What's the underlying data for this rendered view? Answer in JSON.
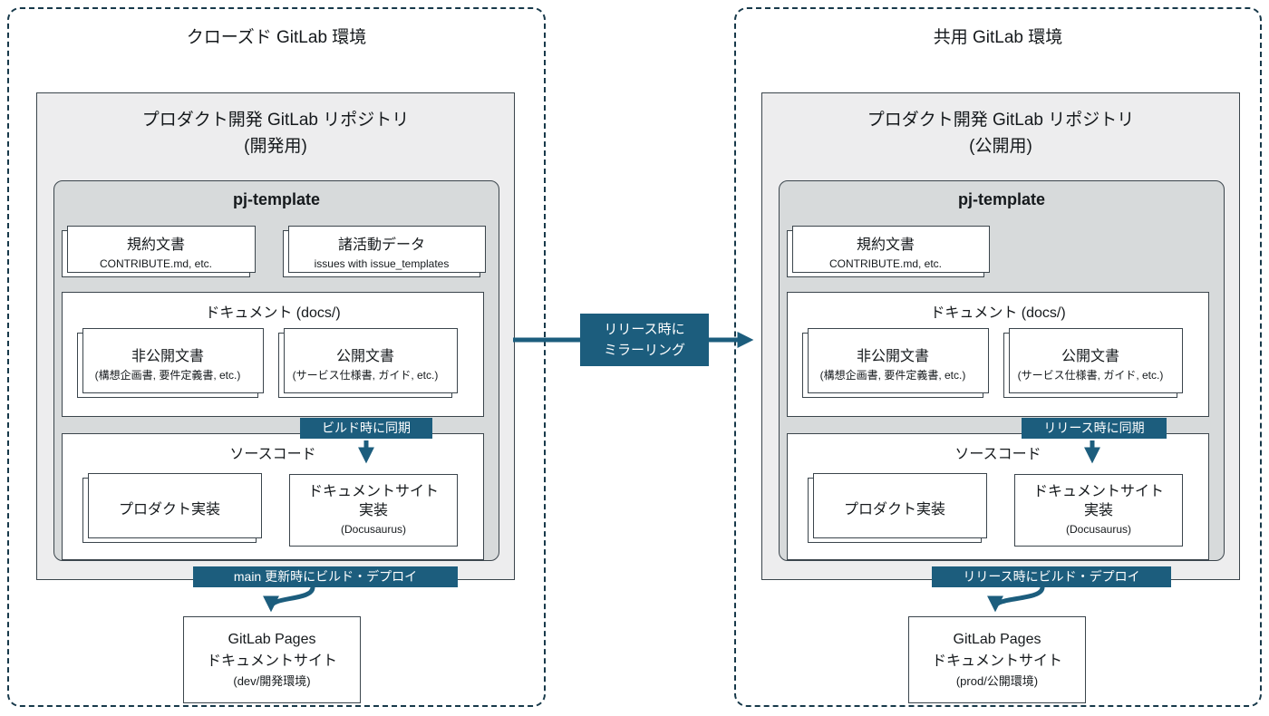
{
  "colors": {
    "accent_teal": "#1c5d7d",
    "env_border": "#17394a",
    "box_border": "#3b454c",
    "repo_bg": "#ededee",
    "template_bg": "#d7dadb",
    "card_bg": "#ffffff",
    "text": "#15191c"
  },
  "mirror_badge": {
    "line1": "リリース時に",
    "line2": "ミラーリング"
  },
  "left": {
    "env_title": "クローズド GitLab 環境",
    "repo_title_line1": "プロダクト開発 GitLab リポジトリ",
    "repo_title_line2": "(開発用)",
    "template_title": "pj-template",
    "rules_card": {
      "title": "規約文書",
      "sub": "CONTRIBUTE.md, etc."
    },
    "activities_card": {
      "title": "諸活動データ",
      "sub": "issues with issue_templates"
    },
    "docs_box_title": "ドキュメント (docs/)",
    "private_card": {
      "title": "非公開文書",
      "sub": "(構想企画書, 要件定義書, etc.)"
    },
    "public_card": {
      "title": "公開文書",
      "sub": "(サービス仕様書, ガイド, etc.)"
    },
    "sync_badge": "ビルド時に同期",
    "source_box_title": "ソースコード",
    "product_card": {
      "title": "プロダクト実装"
    },
    "docsite_card": {
      "line1": "ドキュメントサイト",
      "line2": "実装",
      "sub": "(Docusaurus)"
    },
    "deploy_badge": "main 更新時にビルド・デプロイ",
    "pages_box": {
      "line1": "GitLab Pages",
      "line2": "ドキュメントサイト",
      "sub": "(dev/開発環境)"
    }
  },
  "right": {
    "env_title": "共用 GitLab 環境",
    "repo_title_line1": "プロダクト開発 GitLab リポジトリ",
    "repo_title_line2": "(公開用)",
    "template_title": "pj-template",
    "rules_card": {
      "title": "規約文書",
      "sub": "CONTRIBUTE.md, etc."
    },
    "docs_box_title": "ドキュメント (docs/)",
    "private_card": {
      "title": "非公開文書",
      "sub": "(構想企画書, 要件定義書, etc.)"
    },
    "public_card": {
      "title": "公開文書",
      "sub": "(サービス仕様書, ガイド, etc.)"
    },
    "sync_badge": "リリース時に同期",
    "source_box_title": "ソースコード",
    "product_card": {
      "title": "プロダクト実装"
    },
    "docsite_card": {
      "line1": "ドキュメントサイト",
      "line2": "実装",
      "sub": "(Docusaurus)"
    },
    "deploy_badge": "リリース時にビルド・デプロイ",
    "pages_box": {
      "line1": "GitLab Pages",
      "line2": "ドキュメントサイト",
      "sub": "(prod/公開環境)"
    }
  }
}
